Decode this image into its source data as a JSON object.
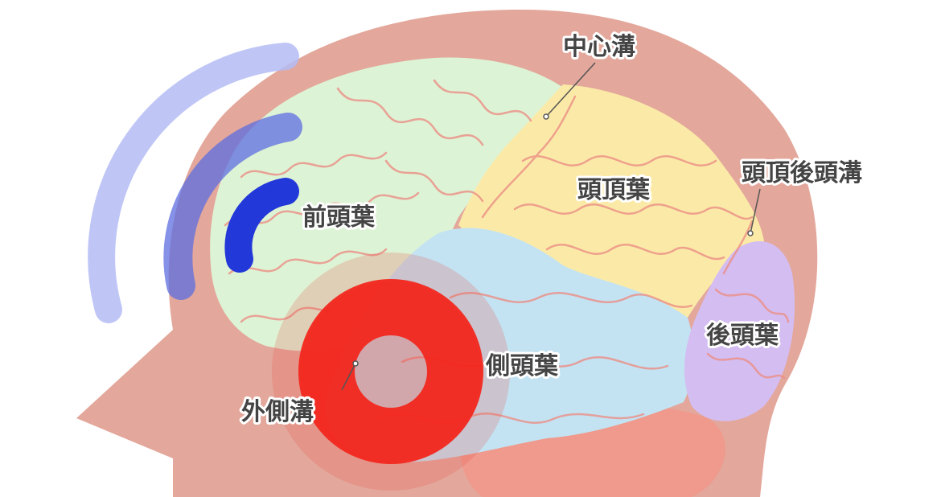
{
  "labels": {
    "central_sulcus": "中心溝",
    "parietal_lobe": "頭頂葉",
    "parieto_occipital_sulcus": "頭頂後頭溝",
    "frontal_lobe": "前頭葉",
    "occipital_lobe": "後頭葉",
    "temporal_lobe": "側頭葉",
    "lateral_sulcus": "外側溝"
  },
  "colors": {
    "head": "#e3a79b",
    "frontal": "#ddf3d5",
    "parietal": "#fbeaa7",
    "temporal": "#c3e3f3",
    "occipital": "#d4bdf1",
    "cerebellum": "#ef9a8c",
    "gyri": "#eb8f86",
    "wave_light": "#b4bcf5",
    "wave_mid": "#5c6de0",
    "wave_dark": "#2238d8",
    "target_ring": "#f2271e",
    "label_text": "#444444"
  }
}
